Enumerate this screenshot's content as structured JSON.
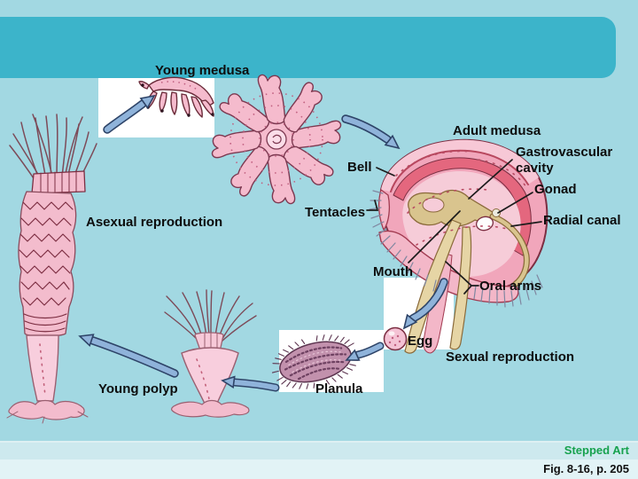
{
  "slide_type": "life-cycle diagram (jellyfish / cnidarian)",
  "labels": {
    "young_medusa": "Young medusa",
    "asexual_reproduction": "Asexual reproduction",
    "adult_medusa": "Adult medusa",
    "bell": "Bell",
    "gastrovascular_cavity": "Gastrovascular cavity",
    "gonad": "Gonad",
    "radial_canal": "Radial canal",
    "tentacles": "Tentacles",
    "mouth": "Mouth",
    "oral_arms": "Oral arms",
    "egg": "Egg",
    "sexual_reproduction": "Sexual reproduction",
    "planula": "Planula",
    "young_polyp": "Young polyp"
  },
  "footer": {
    "credit": "Stepped Art",
    "figure": "Fig. 8-16, p. 205"
  },
  "figure_content": {
    "illustrations": [
      "adult-polyp-colony",
      "young-medusa",
      "medusa-top-view",
      "adult-medusa-cutaway",
      "egg",
      "planula",
      "young-polyp"
    ],
    "arrows": [
      "box-to-young-medusa",
      "medusa-to-adult",
      "adult-to-egg",
      "egg-to-planula",
      "planula-to-young-polyp",
      "young-polyp-to-colony"
    ]
  },
  "colors": {
    "background": "#a2d8e2",
    "header_band": "#3cb4ca",
    "footer_strip_1": "#cde9ee",
    "footer_strip_2": "#e2f3f6",
    "credit_green": "#17a24e",
    "arrow_blue": "#8fb3da",
    "art_pink": "#f3bccd",
    "art_red": "#e4677e",
    "art_tan": "#d9c48e"
  }
}
